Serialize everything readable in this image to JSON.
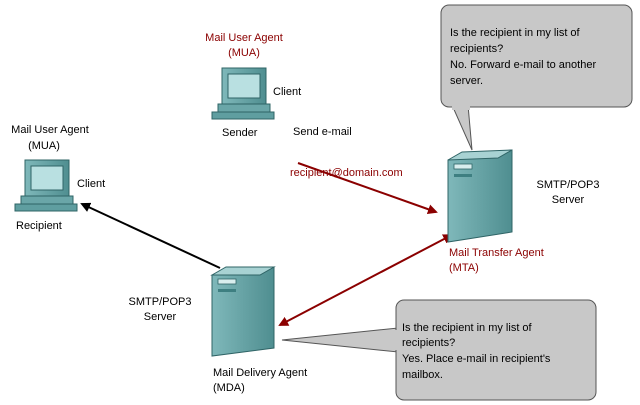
{
  "sender": {
    "mua_line1": "Mail User Agent",
    "mua_line2": "(MUA)",
    "client": "Client",
    "role": "Sender"
  },
  "recipient": {
    "mua_line1": "Mail User Agent",
    "mua_line2": "(MUA)",
    "client": "Client",
    "role": "Recipient"
  },
  "send": {
    "label": "Send e-mail",
    "address": "recipient@domain.com"
  },
  "mta": {
    "server_line1": "SMTP/POP3",
    "server_line2": "Server",
    "agent_line1": "Mail Transfer Agent",
    "agent_line2": "(MTA)"
  },
  "mda": {
    "server_line1": "SMTP/POP3",
    "server_line2": "Server",
    "agent_line1": "Mail Delivery Agent",
    "agent_line2": "(MDA)"
  },
  "bubble_mta": {
    "line1": "Is the recipient in my list of",
    "line2": "recipients?",
    "line3": "No. Forward e-mail to another",
    "line4": "server."
  },
  "bubble_mda": {
    "line1": "Is the recipient in my list of",
    "line2": "recipients?",
    "line3": "Yes. Place e-mail in recipient's",
    "line4": "mailbox."
  },
  "colors": {
    "red_arrow": "#8b0000",
    "black_arrow": "#000000",
    "device": "#5f9ea0",
    "bubble": "#c8c8c8"
  }
}
